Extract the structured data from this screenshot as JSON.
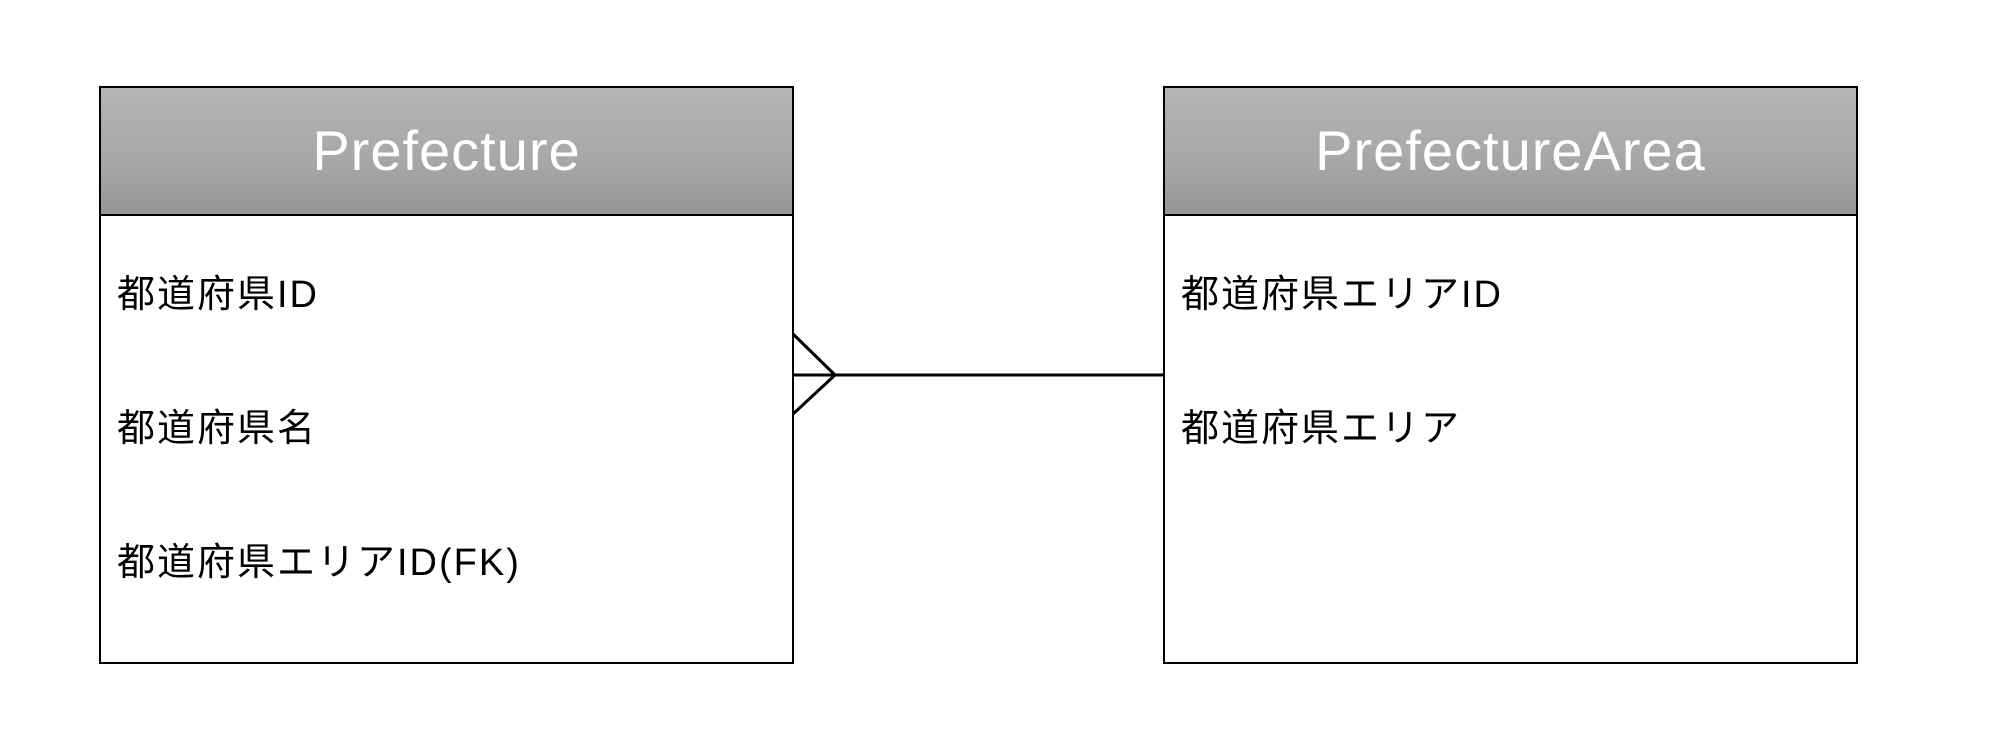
{
  "diagram": {
    "type": "er-diagram",
    "background_color": "#ffffff",
    "line_color": "#000000",
    "header_gradient_top": "#b4b4b4",
    "header_gradient_bottom": "#979797",
    "header_text_color": "#ffffff",
    "field_text_color": "#000000",
    "entities": [
      {
        "name": "Prefecture",
        "fields": [
          "都道府県ID",
          "都道府県名",
          "都道府県エリアID(FK)"
        ]
      },
      {
        "name": "PrefectureArea",
        "fields": [
          "都道府県エリアID",
          "都道府県エリア"
        ]
      }
    ],
    "relationship": {
      "many_side": "Prefecture",
      "one_side": "PrefectureArea",
      "notation": "crow-foot"
    }
  }
}
